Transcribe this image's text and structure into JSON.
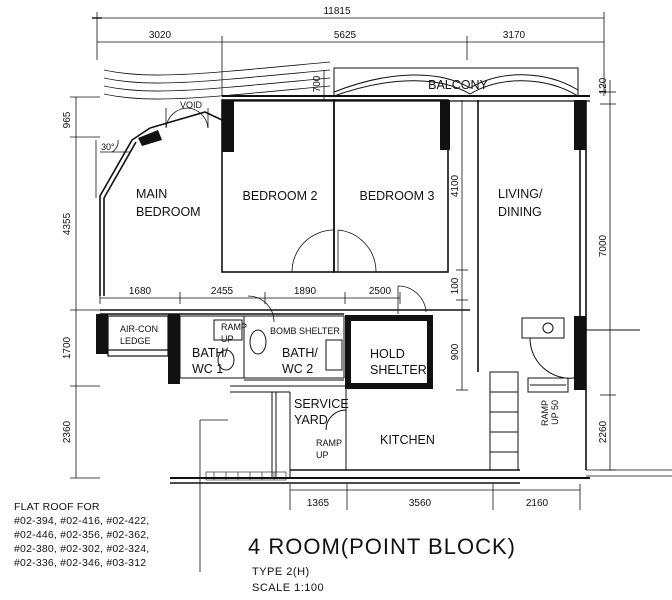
{
  "dimensions": {
    "overall_width": "11815",
    "top_segments": [
      "3020",
      "5625",
      "3170"
    ],
    "left_segments": [
      "965",
      "4355",
      "1700",
      "2360"
    ],
    "right_segments": [
      "120",
      "7000",
      "2260"
    ],
    "inner_right": [
      "4100",
      "100",
      "900"
    ],
    "inner_top": [
      "700"
    ],
    "mid_row": [
      "1680",
      "2455",
      "1890",
      "2500"
    ],
    "bottom_segments": [
      "1365",
      "3560",
      "2160"
    ]
  },
  "rooms": {
    "balcony": "BALCONY",
    "void": "VOID",
    "angle": "30°",
    "main_bedroom": [
      "MAIN",
      "BEDROOM"
    ],
    "bedroom2": "BEDROOM 2",
    "bedroom3": "BEDROOM 3",
    "living": [
      "LIVING/",
      "DINING"
    ],
    "aircon": [
      "AIR-CON",
      "LEDGE"
    ],
    "bath1": [
      "BATH/",
      "WC 1"
    ],
    "bath2": [
      "BATH/",
      "WC 2"
    ],
    "bomb": "BOMB SHELTER",
    "hold": [
      "HOLD",
      "SHELTER"
    ],
    "service": [
      "SERVICE",
      "YARD"
    ],
    "kitchen": "KITCHEN",
    "ramp_up_a": [
      "RAMP",
      "UP"
    ],
    "ramp_up_b": [
      "RAMP",
      "UP"
    ],
    "ramp_up_c": [
      "RAMP",
      "UP 50"
    ]
  },
  "notes": {
    "flat_roof": [
      "FLAT ROOF FOR",
      "#02-394, #02-416, #02-422,",
      "#02-446, #02-356, #02-362,",
      "#02-380, #02-302, #02-324,",
      "#02-336, #02-346, #03-312"
    ]
  },
  "title": "4 ROOM(POINT BLOCK)",
  "type": "TYPE 2(H)",
  "scale": "SCALE 1:100"
}
